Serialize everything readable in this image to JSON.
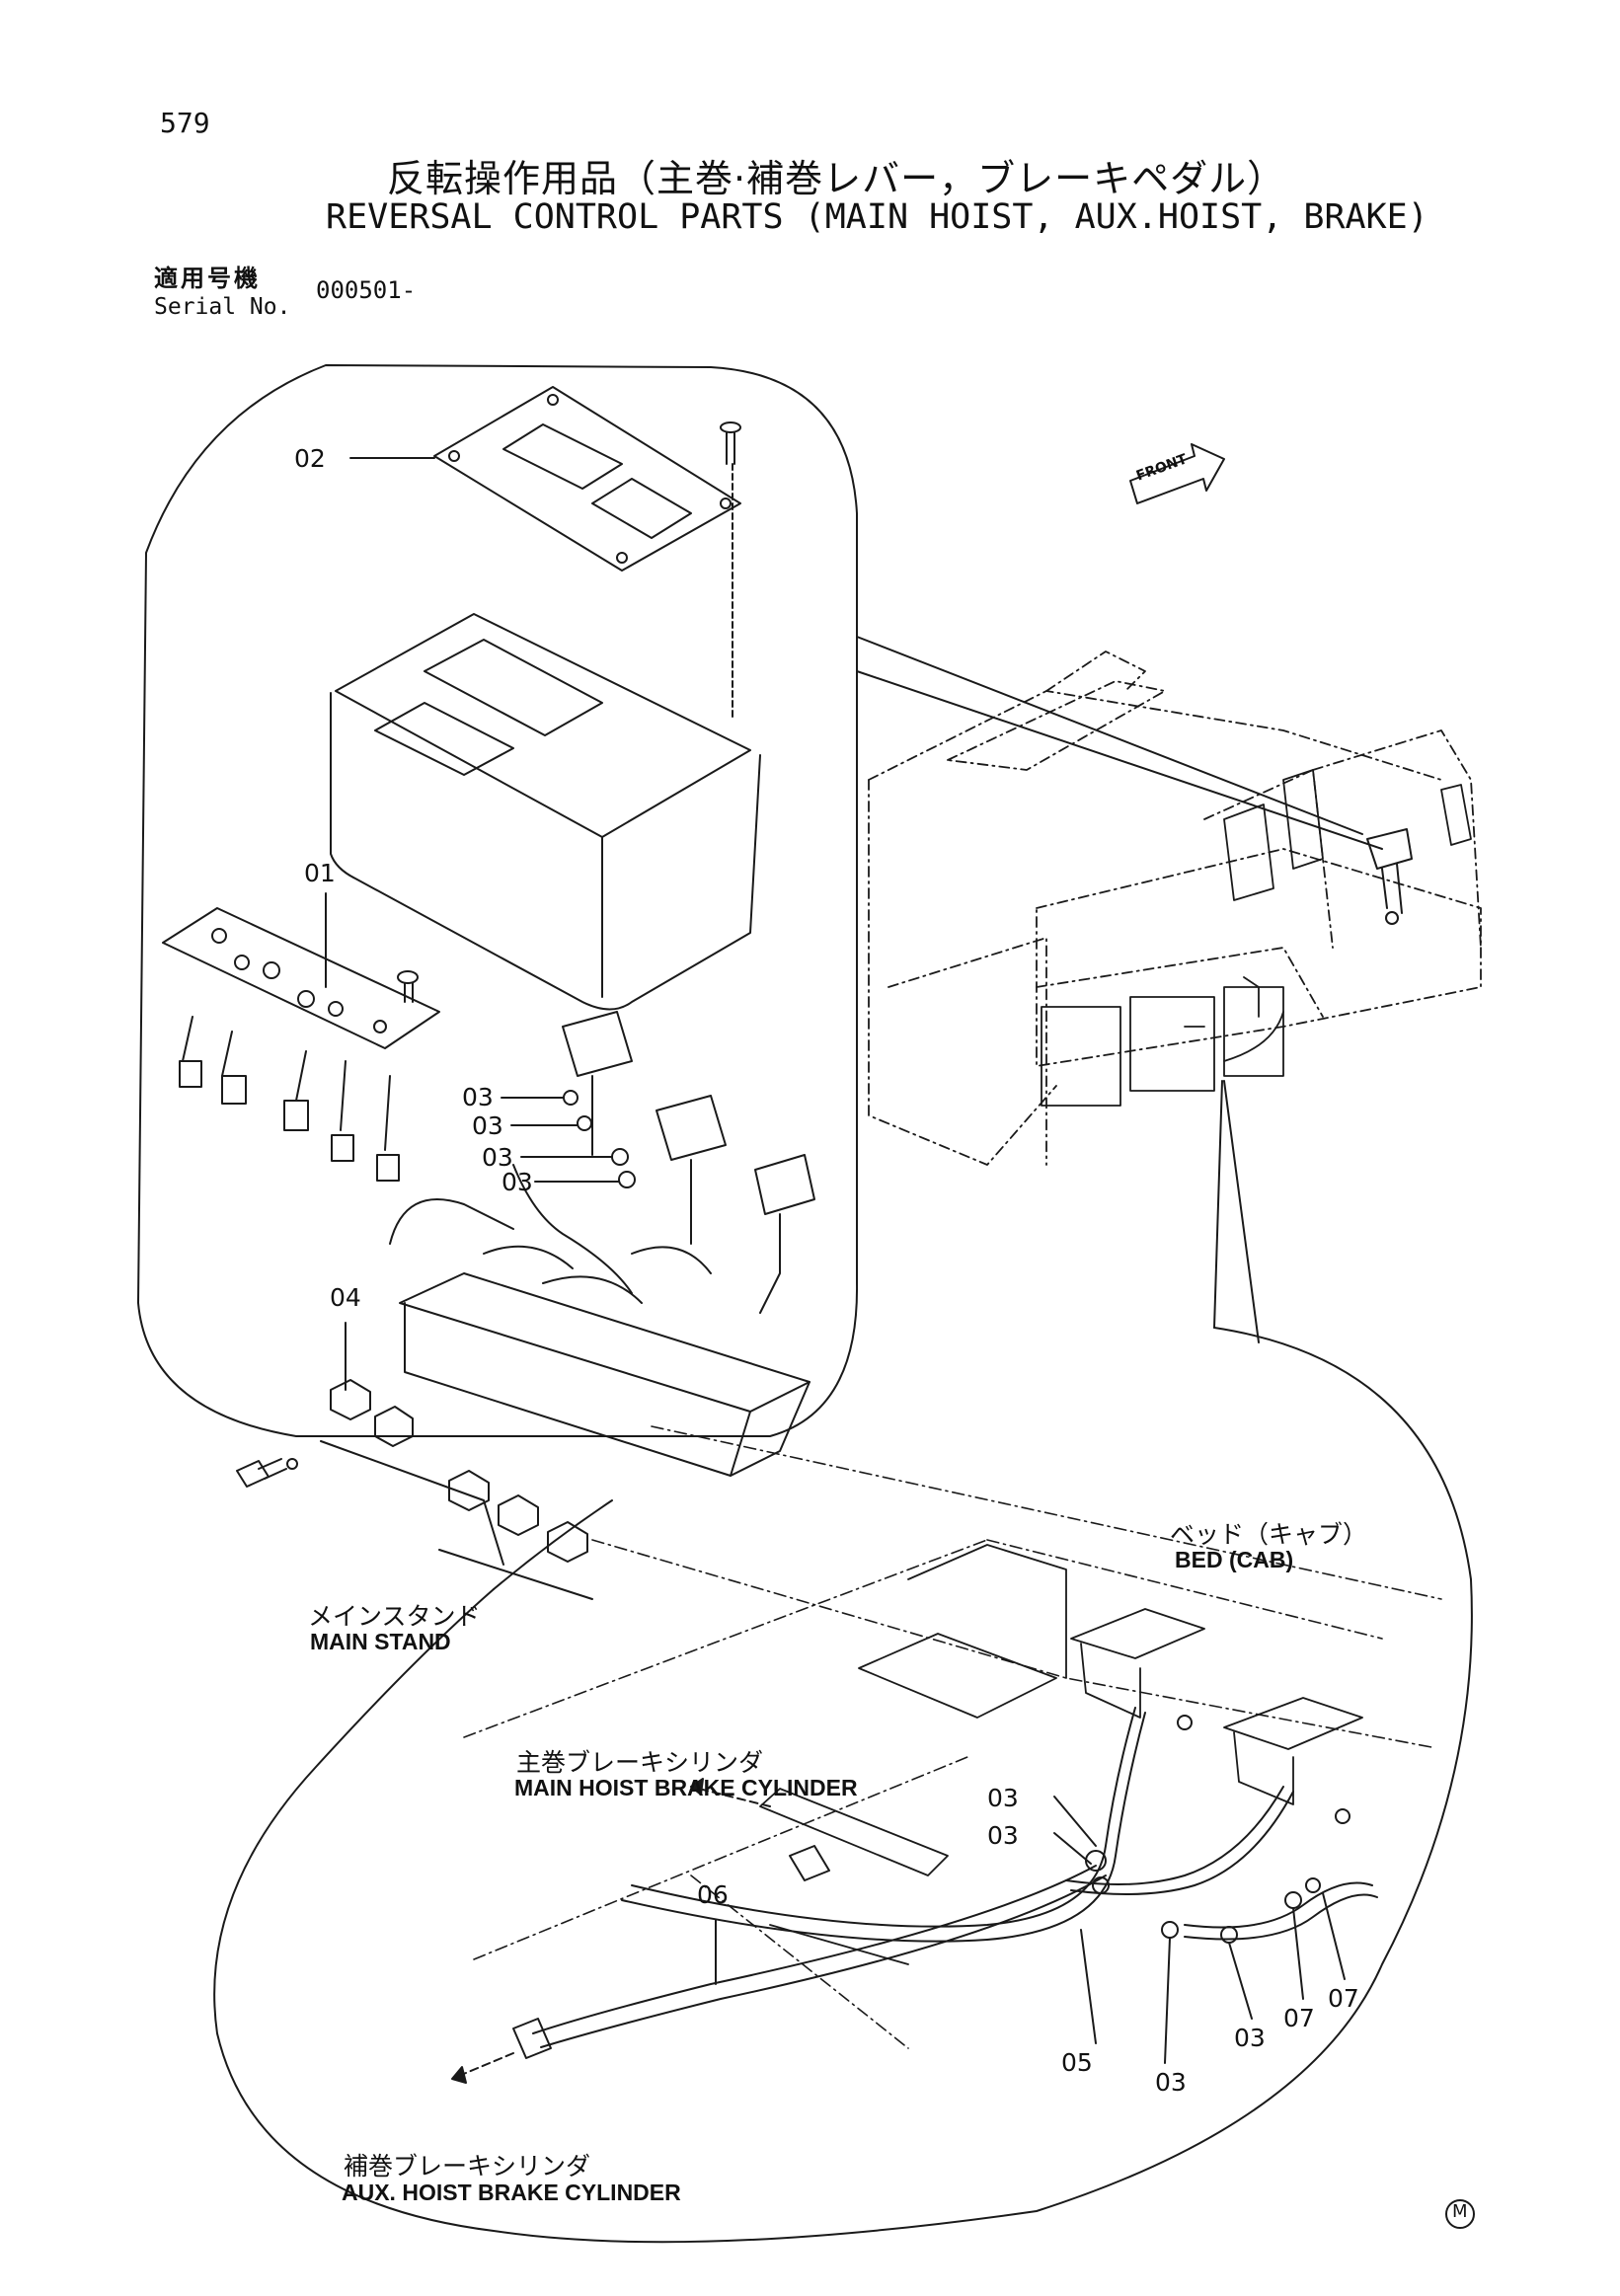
{
  "header": {
    "page_number": "579",
    "title_jp": "反転操作用品（主巻·補巻レバー，ブレーキペダル）",
    "title_en": "REVERSAL CONTROL PARTS (MAIN HOIST, AUX.HOIST, BRAKE)",
    "serial_label_jp": "適用号機",
    "serial_label_en": "Serial No.",
    "serial_value": "000501-"
  },
  "diagram": {
    "front_label": "FRONT",
    "callouts": {
      "c01": "01",
      "c02": "02",
      "c04": "04",
      "c05": "05",
      "c06": "06",
      "c03a": "03",
      "c03b": "03",
      "c03c": "03",
      "c03d": "03",
      "c03e": "03",
      "c03f": "03",
      "c03g": "03",
      "c03h": "03",
      "c07a": "07",
      "c07b": "07"
    },
    "labels": {
      "main_stand_jp": "メインスタンド",
      "main_stand_en": "MAIN STAND",
      "bed_jp": "ベッド（キャブ）",
      "bed_en": "BED (CAB)",
      "main_hoist_jp": "主巻ブレーキシリンダ",
      "main_hoist_en": "MAIN HOIST BRAKE CYLINDER",
      "aux_hoist_jp": "補巻ブレーキシリンダ",
      "aux_hoist_en": "AUX. HOIST BRAKE CYLINDER"
    },
    "mark": "M"
  }
}
